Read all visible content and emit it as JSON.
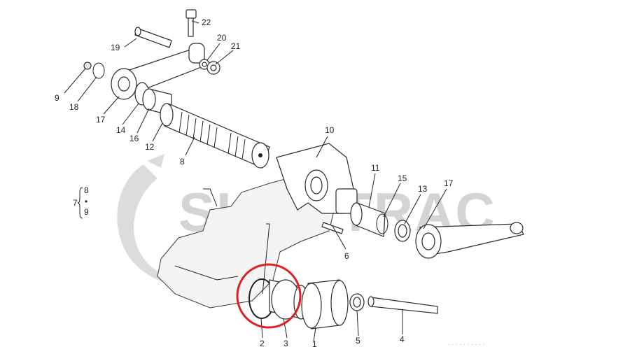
{
  "watermark": {
    "text": "SHOPTRAC"
  },
  "callouts": {
    "c22": "22",
    "c19": "19",
    "c20": "20",
    "c21": "21",
    "c9": "9",
    "c18": "18",
    "c17a": "17",
    "c14": "14",
    "c16": "16",
    "c12": "12",
    "c8": "8",
    "c10": "10",
    "c11": "11",
    "c15": "15",
    "c13": "13",
    "c17b": "17",
    "c6": "6",
    "c2": "2",
    "c3": "3",
    "c1": "1",
    "c5": "5",
    "c4": "4"
  },
  "group_label": {
    "main": "7",
    "top": "8",
    "mid": "•",
    "bottom": "9"
  },
  "highlight": {
    "color": "#e02020",
    "target": "2-3"
  },
  "footer_code": "· · · · · · · · · ·"
}
